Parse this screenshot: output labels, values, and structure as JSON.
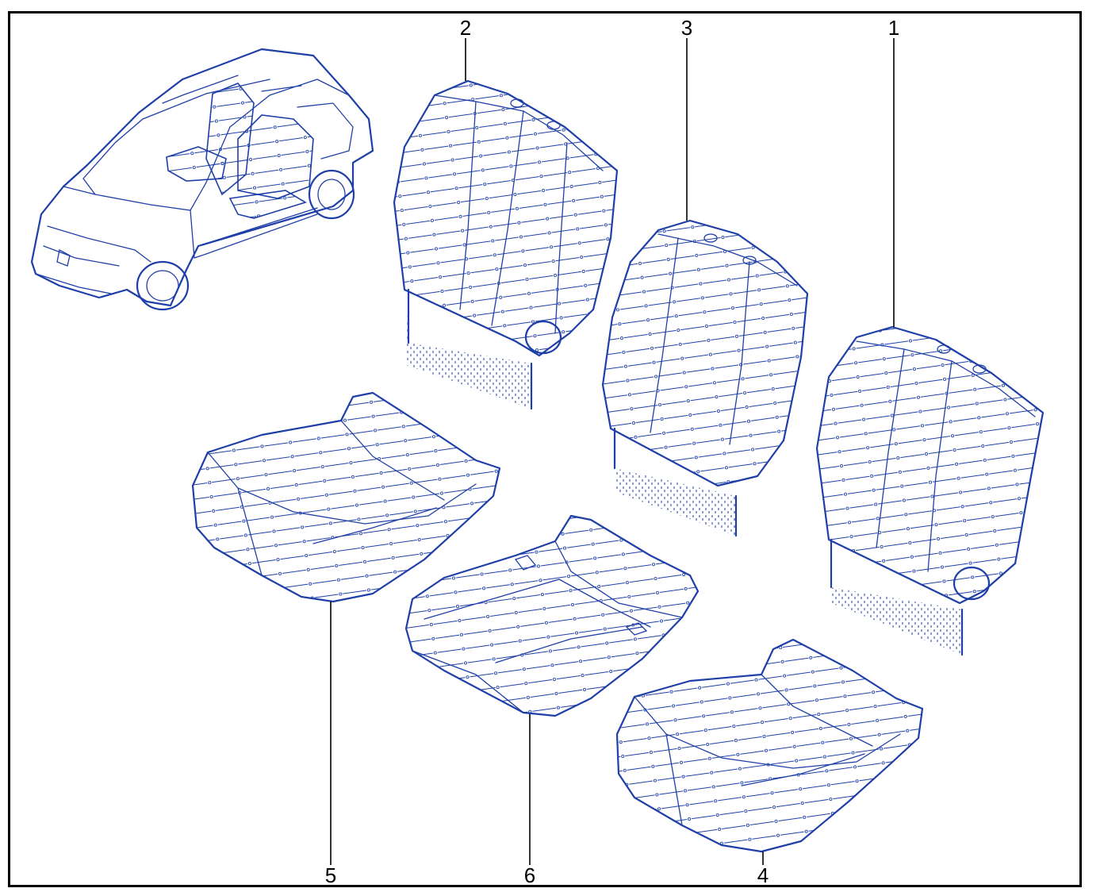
{
  "callouts": [
    {
      "id": "1",
      "label": "1"
    },
    {
      "id": "2",
      "label": "2"
    },
    {
      "id": "3",
      "label": "3"
    },
    {
      "id": "4",
      "label": "4"
    },
    {
      "id": "5",
      "label": "5"
    },
    {
      "id": "6",
      "label": "6"
    }
  ],
  "colors": {
    "line": "#1f3fa8",
    "frame": "#000000",
    "background": "#ffffff"
  },
  "icons": {
    "vehicle": "car-locator-icon",
    "backrest": "seat-backrest-icon",
    "cushion": "seat-cushion-icon"
  }
}
